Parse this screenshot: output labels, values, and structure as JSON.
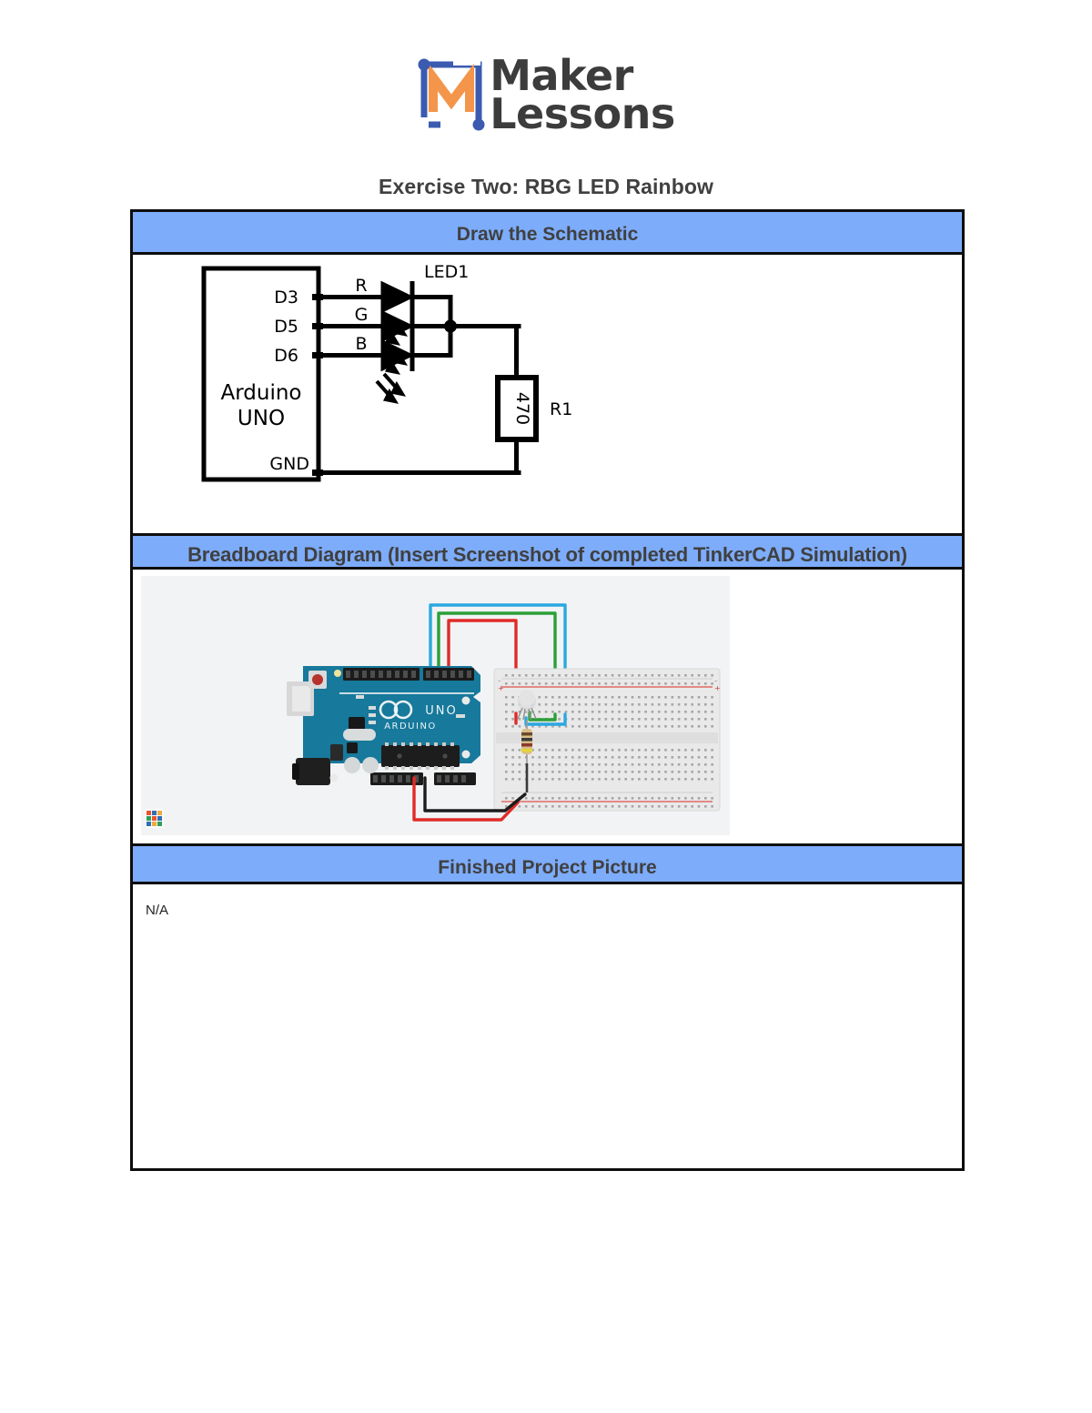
{
  "logo": {
    "word_top": "Maker",
    "word_bottom": "Lessons",
    "mark_icon": "maker-lessons-m-logo",
    "frame_color": "#3a5bb0",
    "m_color": "#f3954a"
  },
  "page_title": "Exercise Two: RBG LED Rainbow",
  "table": {
    "sections": [
      {
        "band_label": "Draw the Schematic"
      },
      {
        "band_label": "Breadboard Diagram (Insert Screenshot of completed TinkerCAD Simulation)"
      },
      {
        "band_label": "Finished Project Picture",
        "body_text": "N/A"
      }
    ],
    "band_color": "#7dacfb",
    "border_color": "#0d0d0d"
  },
  "schematic": {
    "board_label_line1": "Arduino",
    "board_label_line2": "UNO",
    "pins": [
      {
        "name": "D3",
        "net_label": "R"
      },
      {
        "name": "D5",
        "net_label": "G"
      },
      {
        "name": "D6",
        "net_label": "B"
      }
    ],
    "gnd_label": "GND",
    "led_designator": "LED1",
    "resistor_value": "470",
    "resistor_designator": "R1",
    "line_color": "#000000"
  },
  "breadboard": {
    "board_name": "ARDUINO",
    "board_model": "UNO",
    "watermark": "tinkercad-logo",
    "background": "#f2f3f5",
    "pcb_color": "#1b7e9e",
    "breadboard_color": "#e8e8e8",
    "wires": [
      {
        "name": "red-wire-d3",
        "color": "#e02b28"
      },
      {
        "name": "green-wire-d5",
        "color": "#2aa037"
      },
      {
        "name": "blue-wire-d6",
        "color": "#2ba8e0"
      },
      {
        "name": "black-wire-gnd",
        "color": "#1c1c1c"
      },
      {
        "name": "red-wire-power",
        "color": "#e02b28"
      }
    ],
    "components": [
      {
        "name": "rgb-led",
        "type": "led"
      },
      {
        "name": "resistor-470",
        "type": "resistor"
      }
    ]
  }
}
